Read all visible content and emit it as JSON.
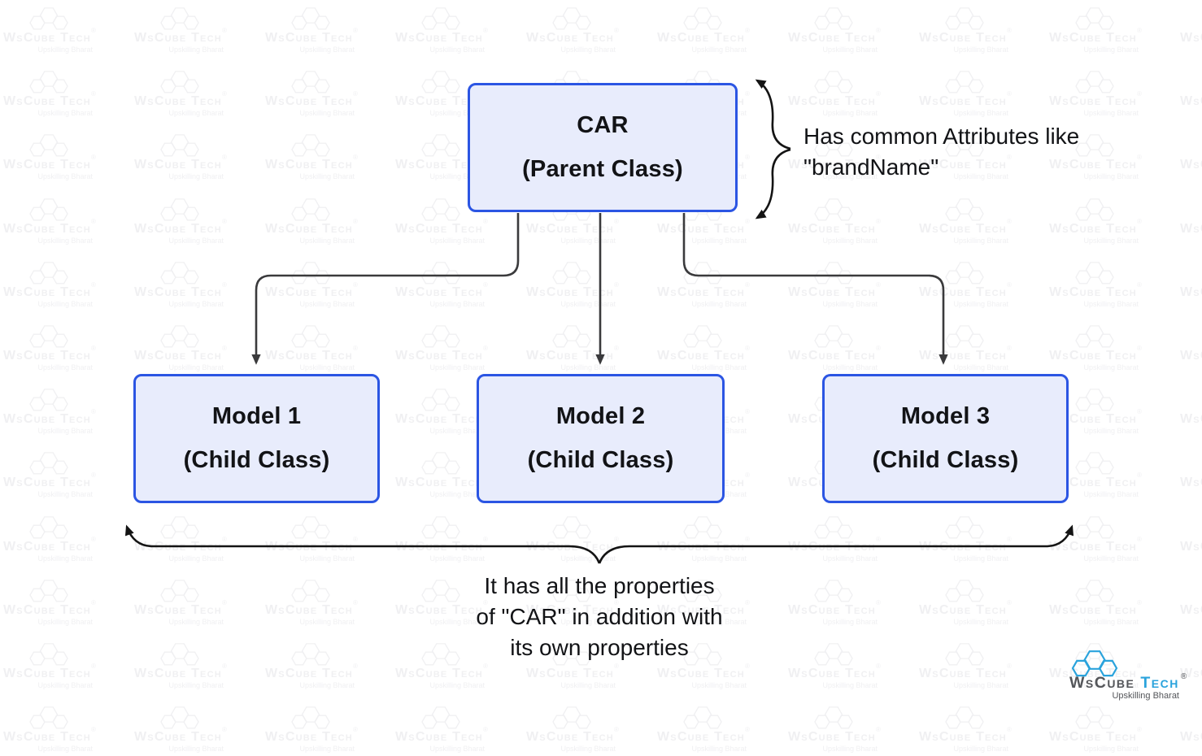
{
  "boxes": {
    "parent": {
      "title": "CAR",
      "subtitle": "(Parent Class)"
    },
    "children": [
      {
        "title": "Model 1",
        "subtitle": "(Child Class)"
      },
      {
        "title": "Model 2",
        "subtitle": "(Child Class)"
      },
      {
        "title": "Model 3",
        "subtitle": "(Child Class)"
      }
    ]
  },
  "annotations": {
    "parent_attributes": {
      "lines": [
        "Has common Attributes like",
        "\"brandName\""
      ]
    },
    "child_properties": {
      "lines": [
        "It has all the properties",
        "of \"CAR\" in addition with",
        "its own properties"
      ]
    }
  },
  "branding": {
    "logo_text_primary": "WsCube",
    "logo_text_secondary": "Tech",
    "registered_mark": "®",
    "tagline": "Upskilling Bharat",
    "watermark_text": "WsCube Tech"
  },
  "colors": {
    "box_fill": "#e8ecfc",
    "box_border": "#2b55e3",
    "connector": "#3a3a3c",
    "annotation_arrow": "#141414",
    "text": "#121316",
    "logo_blue": "#2aa3dc",
    "logo_gray": "#54565a",
    "watermark": "#f0f0f2"
  }
}
